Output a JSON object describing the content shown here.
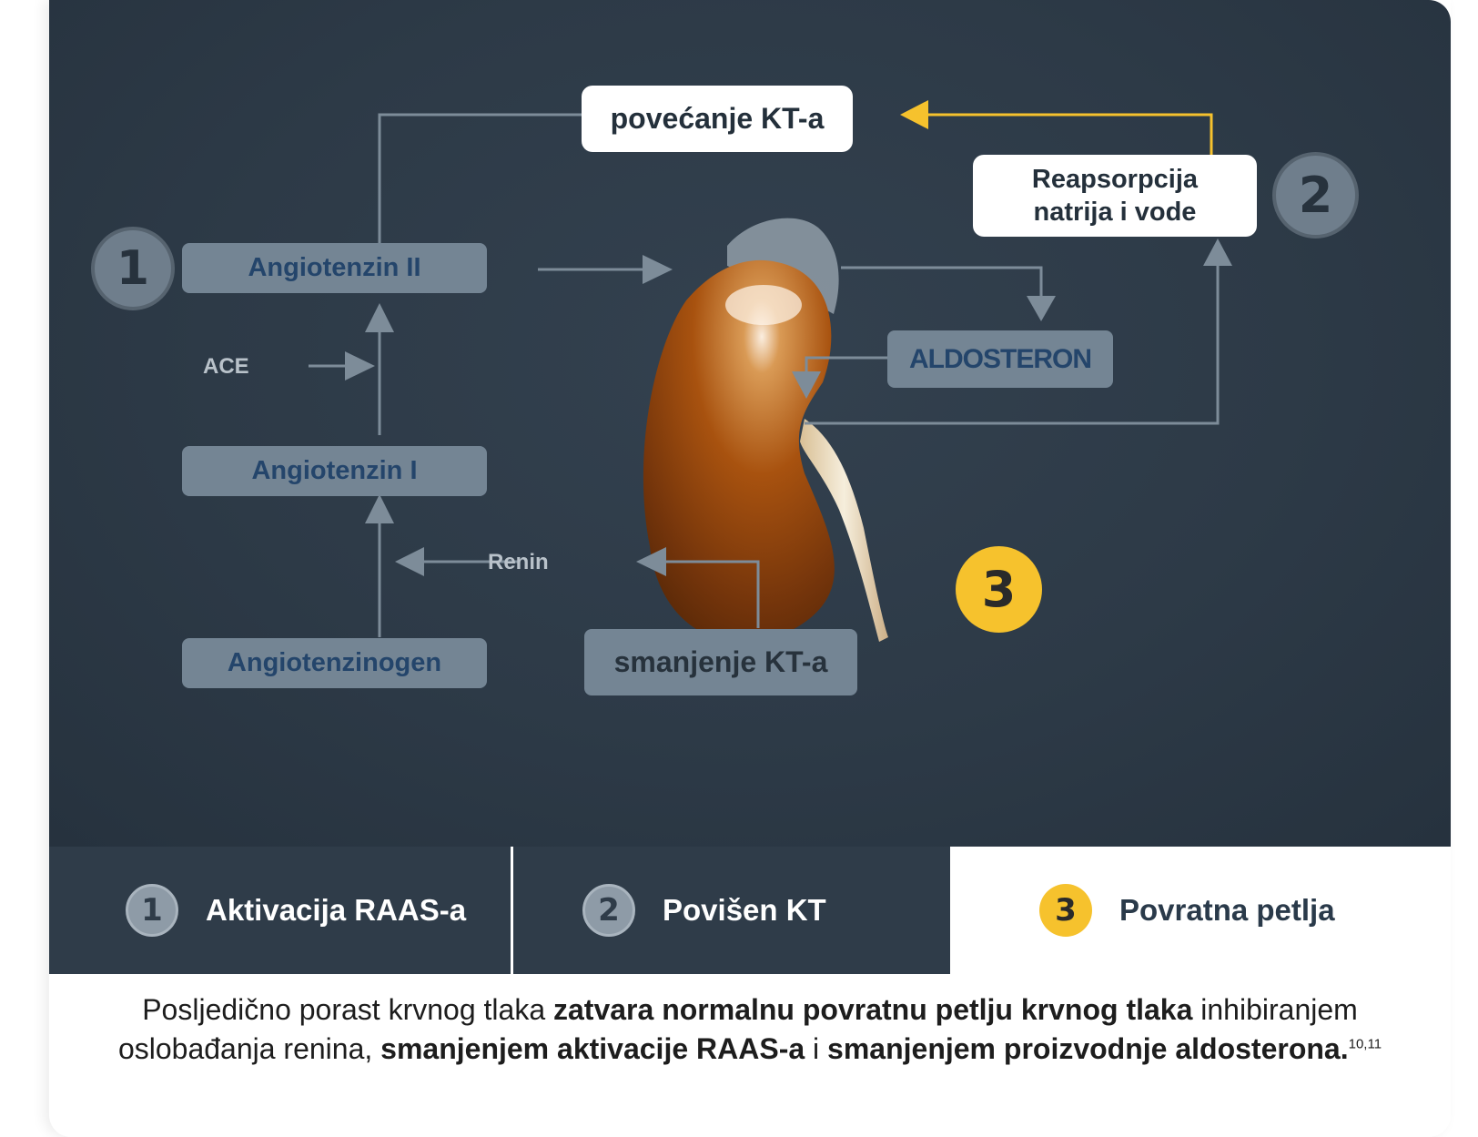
{
  "diagram": {
    "nodes": {
      "povecanje": "povećanje KT-a",
      "reapsorpcija": "Reapsorpcija natrija i vode",
      "angiotenzin2": "Angiotenzin II",
      "angiotenzin1": "Angiotenzin I",
      "angiotenzinogen": "Angiotenzinogen",
      "aldosteron": "ALDOSTERON",
      "smanjenje": "smanjenje KT-a"
    },
    "labels": {
      "ace": "ACE",
      "renin": "Renin"
    },
    "markers": {
      "one": "1",
      "two": "2",
      "three": "3"
    },
    "colors": {
      "background": "#2d3a47",
      "box_grey": "#748594",
      "box_text": "#24456b",
      "arrow_grey": "#7d8c99",
      "arrow_yellow": "#f6c22d",
      "marker_yellow": "#f6c22d"
    }
  },
  "tabs": [
    {
      "number": "1",
      "label": "Aktivacija RAAS-a",
      "active": false
    },
    {
      "number": "2",
      "label": "Povišen KT",
      "active": false
    },
    {
      "number": "3",
      "label": "Povratna petlja",
      "active": true
    }
  ],
  "caption": {
    "t1": "Posljedično porast krvnog tlaka ",
    "b1": "zatvara normalnu povratnu petlju krvnog tlaka",
    "t2": " inhibiranjem oslobađanja renina, ",
    "b2": "smanjenjem aktivacije RAAS-a",
    "t3": " i ",
    "b3": "smanjenjem proizvodnje aldosterona",
    "t4": ".",
    "ref": "10,11"
  }
}
